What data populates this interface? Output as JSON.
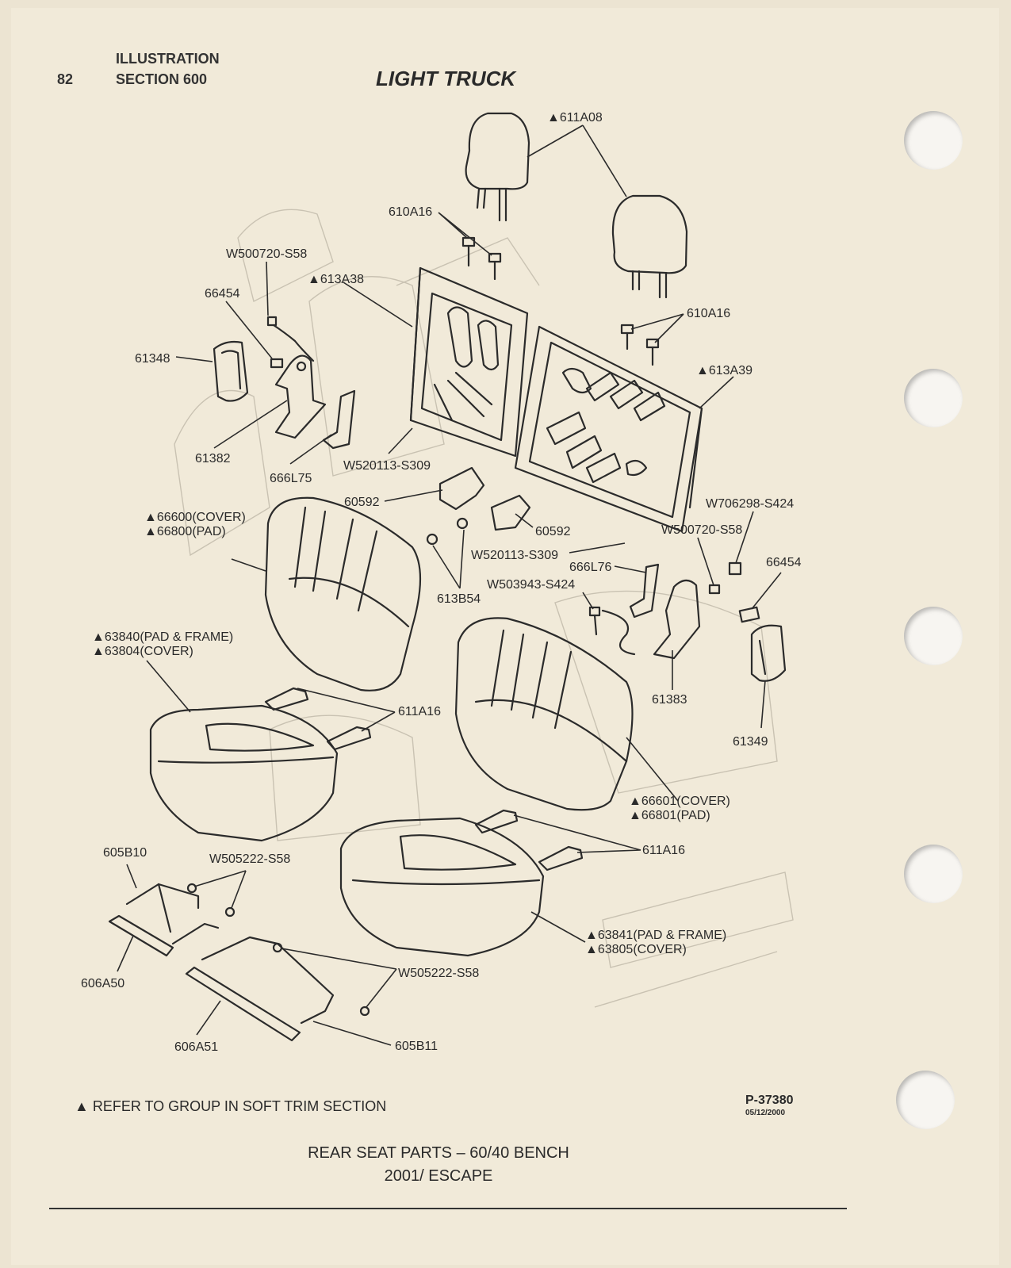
{
  "header": {
    "page_number": "82",
    "illustration": "ILLUSTRATION",
    "section": "SECTION 600",
    "title": "LIGHT TRUCK"
  },
  "labels": {
    "hr_top": "▲611A08",
    "bolt_610a16_left": "610A16",
    "screw_w500720_left": "W500720-S58",
    "frame_613a38": "▲613A38",
    "clip_66454_left": "66454",
    "bezel_61348": "61348",
    "latch_61382": "61382",
    "bracket_666l75": "666L75",
    "screw_w520113_top": "W520113-S309",
    "bolt_610a16_right": "610A16",
    "frame_613a39": "▲613A39",
    "hinge_60592_left": "60592",
    "hinge_60592_right": "60592",
    "nut_w706298": "W706298-S424",
    "screw_w500720_right": "W500720-S58",
    "clip_66454_right": "66454",
    "screw_w520113_bottom": "W520113-S309",
    "bracket_666l76": "666L76",
    "screw_w503943": "W503943-S424",
    "pivot_613b54": "613B54",
    "back_cover_left_1": "▲66600(COVER)",
    "back_cover_left_2": "▲66800(PAD)",
    "cushion_left_1": "▲63840(PAD & FRAME)",
    "cushion_left_2": "▲63804(COVER)",
    "pin_611a16_upper": "611A16",
    "latch_61383": "61383",
    "bezel_61349": "61349",
    "back_cover_right_1": "▲66601(COVER)",
    "back_cover_right_2": "▲66801(PAD)",
    "pin_611a16_lower": "611A16",
    "support_605b10": "605B10",
    "screw_w505222_top": "W505222-S58",
    "cushion_right_1": "▲63841(PAD & FRAME)",
    "cushion_right_2": "▲63805(COVER)",
    "screw_w505222_bottom": "W505222-S58",
    "strap_606a50": "606A50",
    "strap_606a51": "606A51",
    "support_605b11": "605B11"
  },
  "footer": {
    "note": "▲ REFER TO GROUP IN SOFT TRIM SECTION",
    "part_number": "P-37380",
    "date": "05/12/2000",
    "caption_line1": "REAR SEAT PARTS – 60/40 BENCH",
    "caption_line2": "2001/ ESCAPE"
  }
}
